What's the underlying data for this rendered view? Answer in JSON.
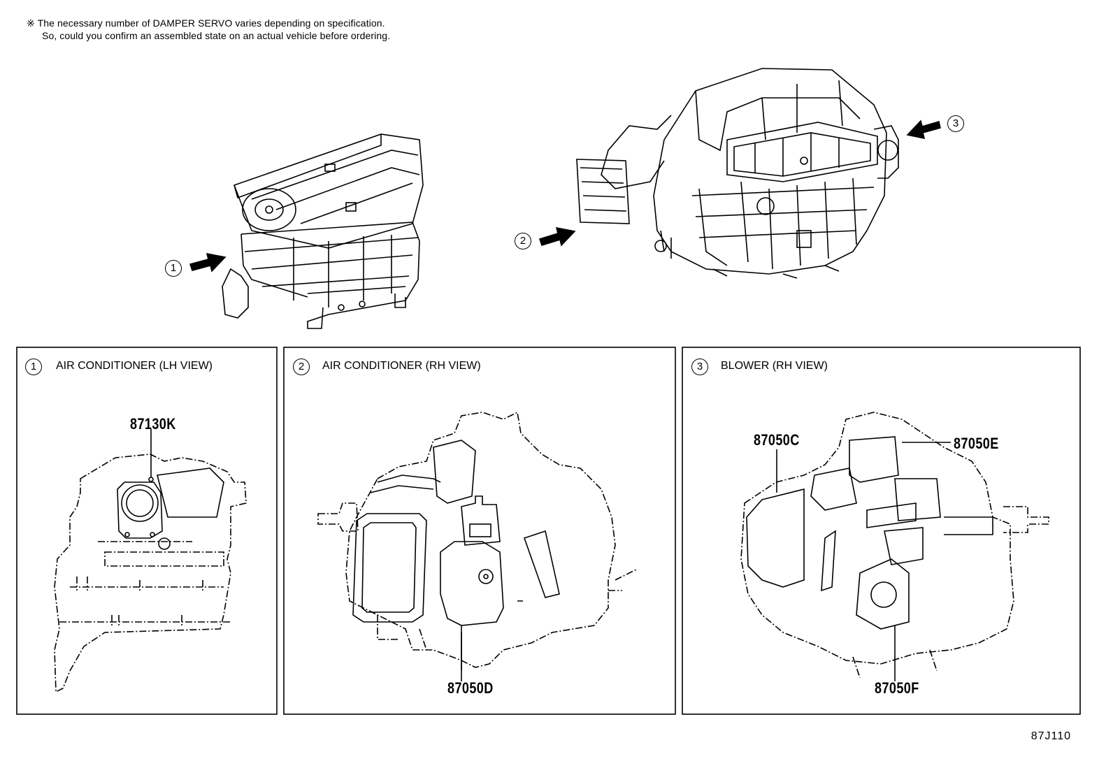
{
  "note": {
    "line1": "※ The necessary number of DAMPER SERVO varies depending on specification.",
    "line2": "So, could you confirm an assembled state on an actual vehicle before ordering."
  },
  "view_markers": [
    "1",
    "2",
    "3"
  ],
  "panels": [
    {
      "number": "1",
      "title": "AIR CONDITIONER (LH VIEW)",
      "parts": [
        "87130K"
      ]
    },
    {
      "number": "2",
      "title": "AIR CONDITIONER (RH VIEW)",
      "parts": [
        "87050D"
      ]
    },
    {
      "number": "3",
      "title": "BLOWER (RH VIEW)",
      "parts": [
        "87050C",
        "87050E",
        "87050F"
      ]
    }
  ],
  "figure_id": "87J110"
}
